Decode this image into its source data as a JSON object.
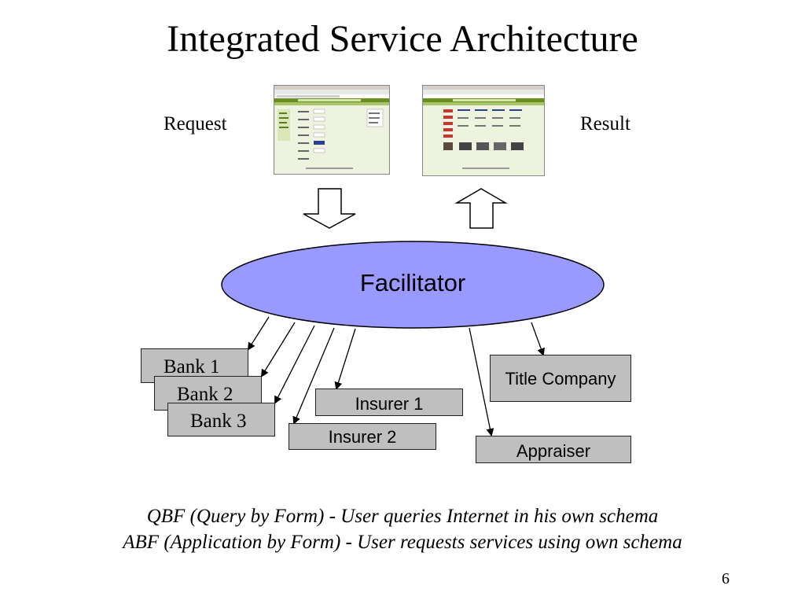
{
  "slide": {
    "title": "Integrated Service Architecture",
    "request_label": "Request",
    "result_label": "Result",
    "facilitator_label": "Facilitator",
    "banks": [
      "Bank 1",
      "Bank 2",
      "Bank 3"
    ],
    "insurers": [
      "Insurer 1",
      "Insurer 2"
    ],
    "title_company": "Title Company",
    "appraiser": "Appraiser",
    "captions": [
      "QBF (Query by Form) - User queries Internet in his own schema",
      "ABF (Application by Form) - User requests services using own schema"
    ],
    "page_number": "6"
  },
  "colors": {
    "facilitator_fill": "#9999ff",
    "box_fill": "#bfbfbf",
    "screenshot_header": "#6b8e23",
    "screenshot_body": "#eef3df"
  }
}
